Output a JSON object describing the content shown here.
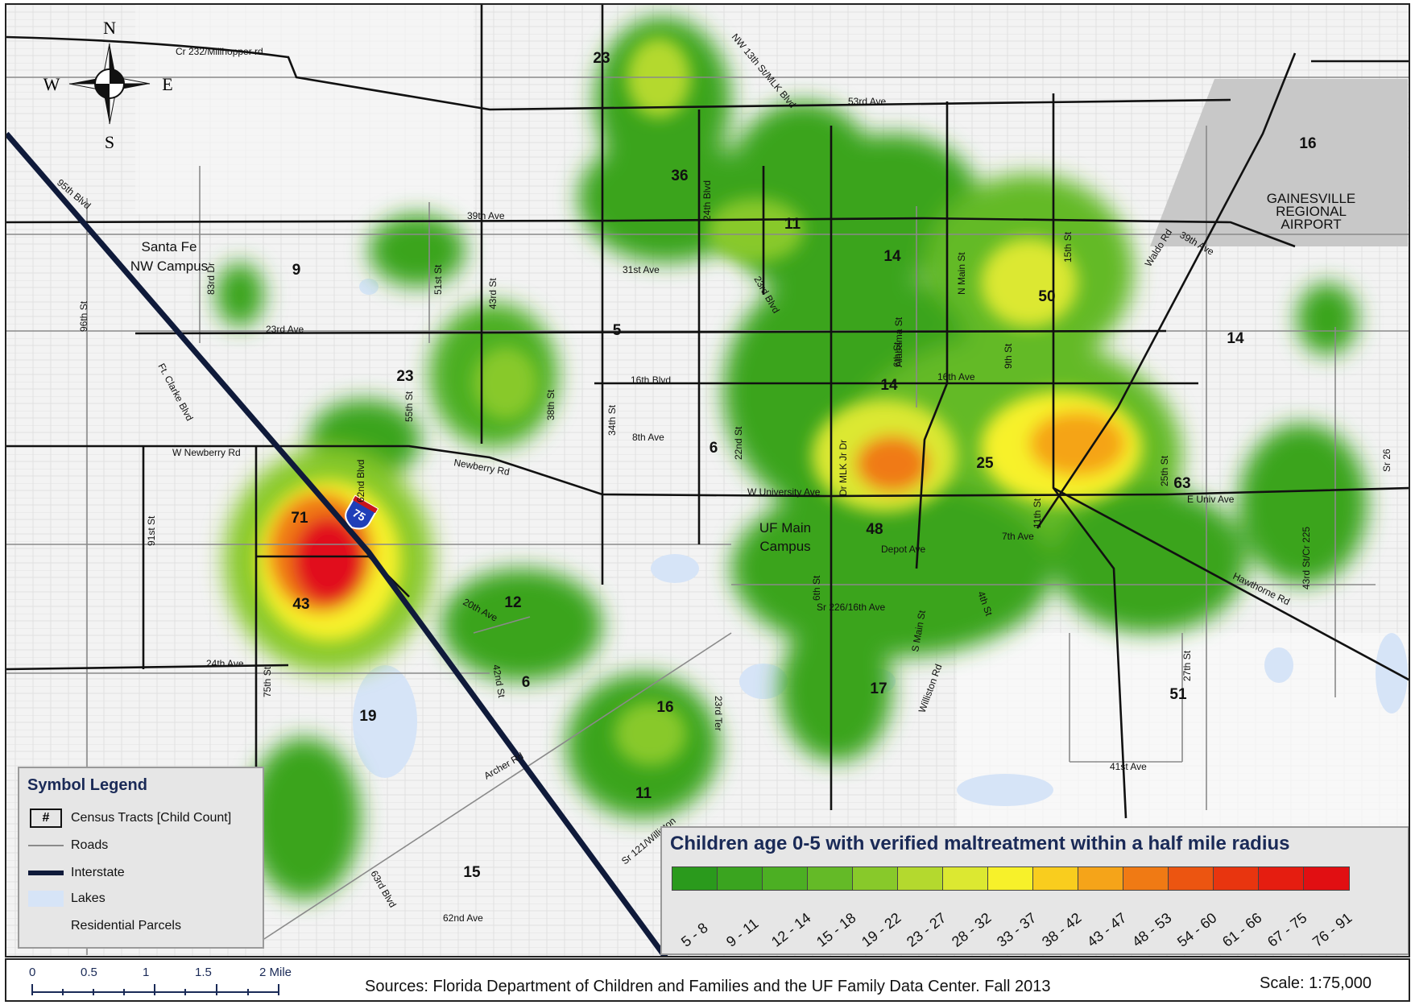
{
  "compass": {
    "north": "N",
    "south": "S",
    "east": "E",
    "west": "W"
  },
  "places": {
    "santa_fe": "Santa Fe",
    "nw_campus": "NW Campus",
    "uf_main": "UF Main",
    "campus": "Campus",
    "airport_1": "GAINESVILLE",
    "airport_2": "REGIONAL",
    "airport_3": "AIRPORT"
  },
  "tract_counts": [
    "23",
    "9",
    "36",
    "11",
    "14",
    "50",
    "16",
    "14",
    "5",
    "23",
    "14",
    "6",
    "25",
    "63",
    "71",
    "43",
    "48",
    "12",
    "6",
    "19",
    "16",
    "17",
    "51",
    "11",
    "15"
  ],
  "roads": [
    "Cr 232/Millhopper rd",
    "53rd Ave",
    "39th Ave",
    "95th Blvd",
    "31st Ave",
    "23rd Ave",
    "16th Blvd",
    "16th Ave",
    "8th Ave",
    "W Newberry Rd",
    "Newberry Rd",
    "W University Ave",
    "E Univ Ave",
    "7th Ave",
    "Depot Ave",
    "Sr 226/16th Ave",
    "20th Ave",
    "24th Ave",
    "Archer Rd",
    "Sr 121/Williston",
    "41st Ave",
    "62nd Ave",
    "63rd Blvd",
    "Hawthorne Rd",
    "Waldo Rd",
    "39th Ave",
    "NW 13th St/MLK Blvd",
    "24th Blvd",
    "23rd Blvd",
    "Alabama St",
    "N Main St",
    "15th St",
    "9th St",
    "6th St",
    "Dr MLK Jr Dr",
    "11th St",
    "25th St",
    "43rd St/Cr 225",
    "Sr 26",
    "51st St",
    "43rd St",
    "55th St",
    "38th St",
    "34th St",
    "22nd St",
    "62nd Blvd",
    "91st St",
    "96th St",
    "83rd Dr",
    "Ft. Clarke Blvd",
    "75th St",
    "42nd St",
    "23rd Ter",
    "6th St",
    "S Main St",
    "4th St",
    "Williston Rd",
    "27th St"
  ],
  "interstate_shield": "75",
  "legend": {
    "title": "Symbol Legend",
    "tract_symbol": "#",
    "items": [
      "Census Tracts [Child Count]",
      "Roads",
      "Interstate",
      "Lakes",
      "Residential Parcels"
    ]
  },
  "heatmap_legend": {
    "title": "Children age 0-5 with verified maltreatment within a half mile radius",
    "classes": [
      "5 - 8",
      "9 - 11",
      "12 - 14",
      "15 - 18",
      "19 - 22",
      "23 - 27",
      "28 - 32",
      "33 - 37",
      "38 - 42",
      "43 - 47",
      "48 - 53",
      "54 - 60",
      "61 - 66",
      "67 - 75",
      "76 - 91"
    ],
    "colors": [
      "#2a9a1c",
      "#3aa41f",
      "#4caf23",
      "#64ba27",
      "#88c92a",
      "#b4d92e",
      "#dce831",
      "#f7f12a",
      "#f9cd1e",
      "#f5a419",
      "#f07a14",
      "#ec5511",
      "#e8350f",
      "#e51d10",
      "#e10f12"
    ]
  },
  "scale_bar": {
    "ticks": [
      "0",
      "0.5",
      "1",
      "1.5",
      "2 Miles"
    ]
  },
  "sources": "Sources: Florida Department of Children and Families and the UF Family Data Center. Fall 2013",
  "scale": "Scale: 1:75,000"
}
